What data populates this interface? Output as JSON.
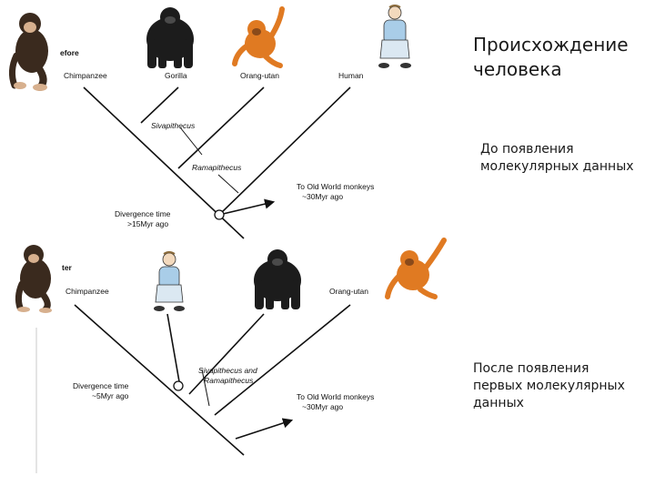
{
  "slide": {
    "title": "Происхождение\nчеловека",
    "caption_before": "До появления\nмолекулярных данных",
    "caption_after": "После появления\nпервых молекулярных\nданных"
  },
  "tree_before": {
    "header_fragment": "efore",
    "tips": [
      "Chimpanzee",
      "Gorilla",
      "Orang-utan",
      "Human"
    ],
    "fossil_1": "Sivapithecus",
    "fossil_2": "Ramapithecus",
    "divergence_line1": "Divergence time",
    "divergence_line2": ">15Myr ago",
    "outgroup_line1": "To Old World monkeys",
    "outgroup_line2": "~30Myr ago"
  },
  "tree_after": {
    "header_fragment": "ter",
    "tips": [
      "Chimpanzee",
      "Orang-utan"
    ],
    "fossil_line1": "Sivapithecus and",
    "fossil_line2": "Ramapithecus",
    "divergence_line1": "Divergence time",
    "divergence_line2": "~5Myr ago",
    "outgroup_line1": "To Old World monkeys",
    "outgroup_line2": "~30Myr ago"
  },
  "icons": {
    "top": [
      "chimpanzee-icon",
      "gorilla-icon",
      "orangutan-icon",
      "human-icon"
    ],
    "bottom": [
      "chimpanzee-icon",
      "human-icon",
      "gorilla-icon",
      "orangutan-icon"
    ]
  },
  "colors": {
    "ape_dark": "#3a2a1e",
    "gorilla": "#1c1c1c",
    "orangutan": "#e07a22",
    "human_shirt": "#a9cde8",
    "line": "#111111"
  }
}
